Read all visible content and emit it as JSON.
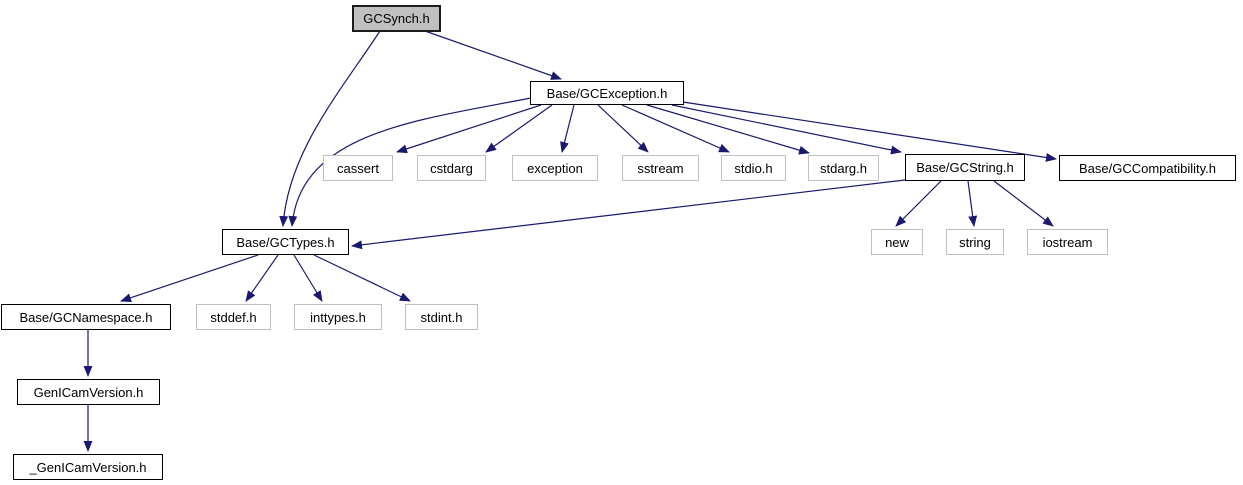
{
  "colors": {
    "edge": "#191970",
    "focus_node_fill": "#c0c0c0",
    "node_fill": "#ffffff",
    "linked_node_border": "#000000",
    "plain_node_border": "#bfbfbf",
    "text": "#000000",
    "background": "#ffffff"
  },
  "graph": {
    "nodes": [
      {
        "id": "gcsynch",
        "label": "GCSynch.h",
        "style": "focus"
      },
      {
        "id": "gcexception",
        "label": "Base/GCException.h",
        "style": "linked"
      },
      {
        "id": "cassert",
        "label": "cassert",
        "style": "plain"
      },
      {
        "id": "cstdarg",
        "label": "cstdarg",
        "style": "plain"
      },
      {
        "id": "exception",
        "label": "exception",
        "style": "plain"
      },
      {
        "id": "sstream",
        "label": "sstream",
        "style": "plain"
      },
      {
        "id": "stdio",
        "label": "stdio.h",
        "style": "plain"
      },
      {
        "id": "stdarg",
        "label": "stdarg.h",
        "style": "plain"
      },
      {
        "id": "gcstring",
        "label": "Base/GCString.h",
        "style": "linked"
      },
      {
        "id": "gccompatibility",
        "label": "Base/GCCompatibility.h",
        "style": "linked"
      },
      {
        "id": "gctypes",
        "label": "Base/GCTypes.h",
        "style": "linked"
      },
      {
        "id": "new",
        "label": "new",
        "style": "plain"
      },
      {
        "id": "string",
        "label": "string",
        "style": "plain"
      },
      {
        "id": "iostream",
        "label": "iostream",
        "style": "plain"
      },
      {
        "id": "gcnamespace",
        "label": "Base/GCNamespace.h",
        "style": "linked"
      },
      {
        "id": "stddef",
        "label": "stddef.h",
        "style": "plain"
      },
      {
        "id": "inttypes",
        "label": "inttypes.h",
        "style": "plain"
      },
      {
        "id": "stdint",
        "label": "stdint.h",
        "style": "plain"
      },
      {
        "id": "genicamversion",
        "label": "GenICamVersion.h",
        "style": "linked"
      },
      {
        "id": "_genicamversion",
        "label": "_GenICamVersion.h",
        "style": "linked"
      }
    ],
    "edges": [
      {
        "from": "gcsynch",
        "to": "gcexception"
      },
      {
        "from": "gcsynch",
        "to": "gctypes"
      },
      {
        "from": "gcexception",
        "to": "gctypes"
      },
      {
        "from": "gcexception",
        "to": "cassert"
      },
      {
        "from": "gcexception",
        "to": "cstdarg"
      },
      {
        "from": "gcexception",
        "to": "exception"
      },
      {
        "from": "gcexception",
        "to": "sstream"
      },
      {
        "from": "gcexception",
        "to": "stdio"
      },
      {
        "from": "gcexception",
        "to": "stdarg"
      },
      {
        "from": "gcexception",
        "to": "gcstring"
      },
      {
        "from": "gcexception",
        "to": "gccompatibility"
      },
      {
        "from": "gcstring",
        "to": "gctypes"
      },
      {
        "from": "gcstring",
        "to": "new"
      },
      {
        "from": "gcstring",
        "to": "string"
      },
      {
        "from": "gcstring",
        "to": "iostream"
      },
      {
        "from": "gctypes",
        "to": "gcnamespace"
      },
      {
        "from": "gctypes",
        "to": "stddef"
      },
      {
        "from": "gctypes",
        "to": "inttypes"
      },
      {
        "from": "gctypes",
        "to": "stdint"
      },
      {
        "from": "gcnamespace",
        "to": "genicamversion"
      },
      {
        "from": "genicamversion",
        "to": "_genicamversion"
      }
    ]
  }
}
